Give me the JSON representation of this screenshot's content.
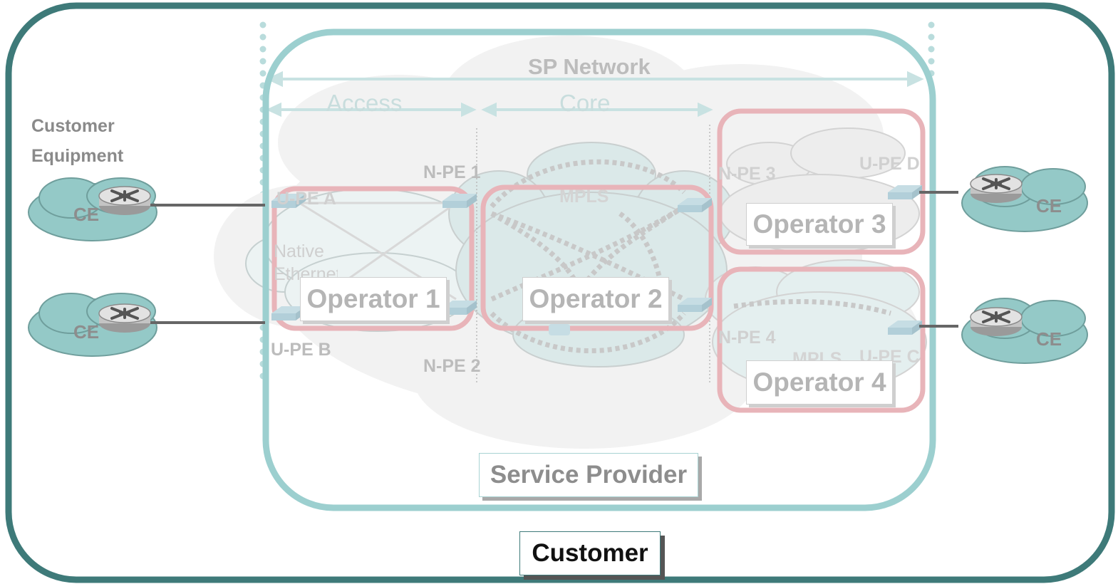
{
  "labels": {
    "customer_equipment": "Customer\nEquipment",
    "ce": "CE",
    "sp_network": "SP Network",
    "access": "Access",
    "core": "Core",
    "npe1": "N-PE 1",
    "npe2": "N-PE 2",
    "npe3": "N-PE 3",
    "npe4": "N-PE 4",
    "upe_a": "U-PE A",
    "upe_b": "U-PE B",
    "upe_c": "U-PE C",
    "upe_d": "U-PE D",
    "mpls_core": "MPLS",
    "mpls_right": "MPLS",
    "native_ethernet": "Native\nEthernet"
  },
  "operators": [
    "Operator 1",
    "Operator 2",
    "Operator 3",
    "Operator 4"
  ],
  "boxes": {
    "service_provider": "Service Provider",
    "customer": "Customer"
  },
  "colors": {
    "customer_border": "#3e7a79",
    "sp_border": "#9ccfcf",
    "operator_border": "#e8b4b9",
    "cloud_fill": "#94c9c7",
    "faded_text": "#bcbcbc"
  }
}
